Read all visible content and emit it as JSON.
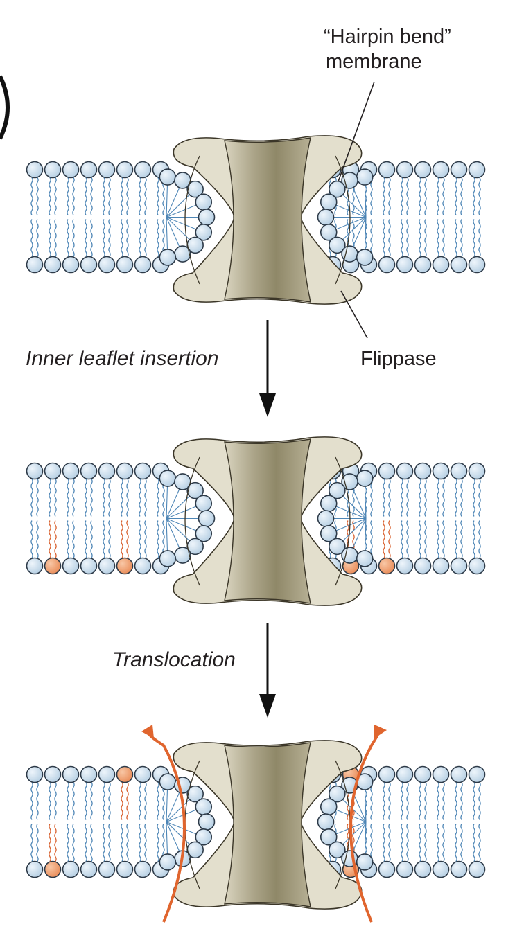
{
  "labels": {
    "hairpin_line1": "“Hairpin bend”",
    "hairpin_line2": "membrane",
    "flippase": "Flippase",
    "step1": "Inner leaflet insertion",
    "step2": "Translocation"
  },
  "colors": {
    "head_fill": "#c8dcec",
    "head_stroke": "#2d3a48",
    "tail": "#4e86b6",
    "highlight_head": "#ee9b6c",
    "highlight_tail": "#d8612f",
    "arrow_orange": "#e0652e",
    "protein_light": "#e3dfcd",
    "protein_dark": "#9b9478",
    "arrow": "#111111"
  },
  "panels": [
    {
      "name": "initial-state",
      "highlighted": [],
      "translocation_arrows": false
    },
    {
      "name": "after-inner-leaflet-insertion",
      "highlighted": [
        {
          "side": "left",
          "leaflet": "lower",
          "index": 2
        },
        {
          "side": "left",
          "leaflet": "lower",
          "index": 6
        },
        {
          "side": "right",
          "leaflet": "lower",
          "index": 2
        },
        {
          "side": "right",
          "leaflet": "lower",
          "index": 4
        }
      ],
      "translocation_arrows": false
    },
    {
      "name": "after-translocation",
      "highlighted": [
        {
          "side": "left",
          "leaflet": "upper",
          "index": 6
        },
        {
          "side": "left",
          "leaflet": "lower",
          "index": 2
        },
        {
          "side": "right",
          "leaflet": "upper",
          "index": 2
        },
        {
          "side": "right",
          "leaflet": "lower",
          "index": 2
        }
      ],
      "translocation_arrows": true
    }
  ]
}
